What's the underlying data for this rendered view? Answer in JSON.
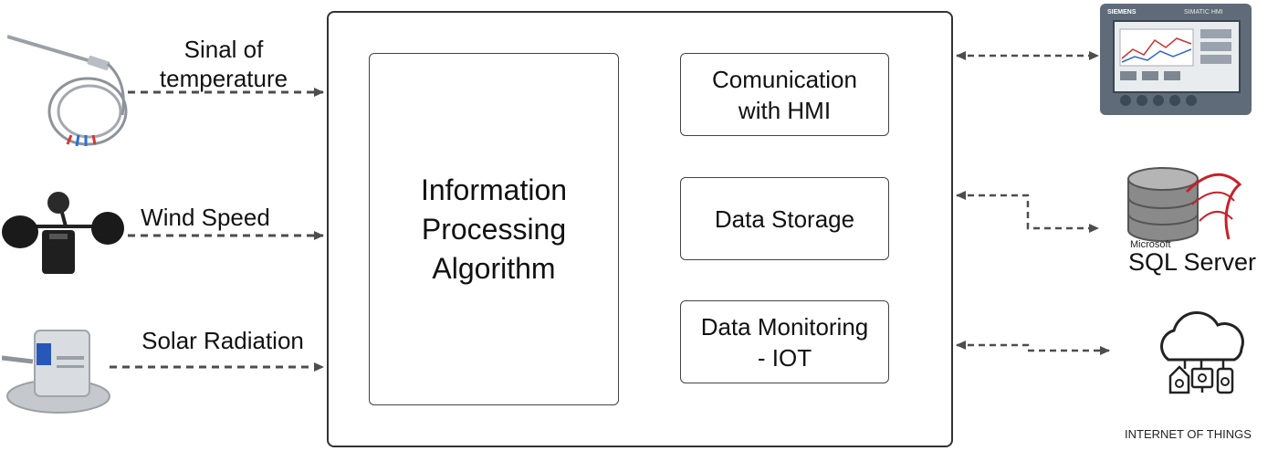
{
  "inputs": [
    {
      "label_line1": "Sinal of",
      "label_line2": "temperature",
      "device_icon": "thermocouple-probe-icon"
    },
    {
      "label": "Wind Speed",
      "device_icon": "anemometer-icon"
    },
    {
      "label": "Solar Radiation",
      "device_icon": "pyranometer-icon"
    }
  ],
  "main": {
    "algorithm": {
      "line1": "Information",
      "line2": "Processing",
      "line3": "Algorithm"
    },
    "modules": [
      {
        "line1": "Comunication",
        "line2": "with HMI"
      },
      {
        "line1": "Data Storage"
      },
      {
        "line1": "Data Monitoring",
        "line2": "- IOT"
      }
    ]
  },
  "outputs": [
    {
      "device_icon": "hmi-panel-icon",
      "brand_text": "SIEMENS",
      "panel_text": "SIMATIC HMI"
    },
    {
      "device_icon": "database-icon",
      "brand_small": "Microsoft",
      "brand_large": "SQL Server"
    },
    {
      "device_icon": "cloud-iot-icon",
      "caption": "INTERNET OF THINGS"
    }
  ],
  "colors": {
    "box_border": "#333333",
    "arrow": "#4d4d4d",
    "sql_red": "#c8202a",
    "db_gray": "#8a8a8a",
    "hmi_frame": "#5f6b78",
    "hmi_screen": "#e9ecef"
  }
}
